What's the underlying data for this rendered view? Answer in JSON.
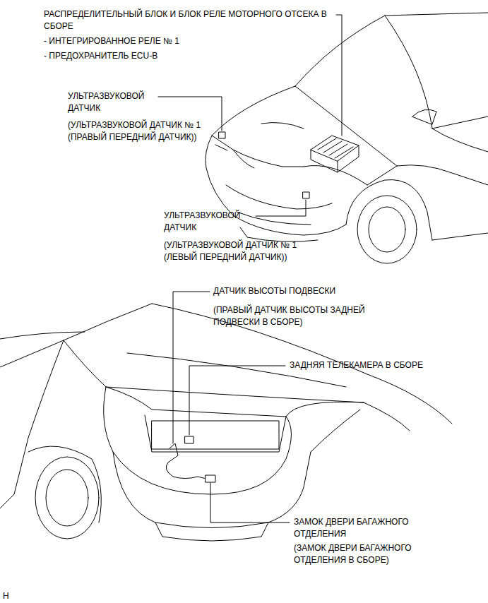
{
  "diagram": {
    "labels": [
      "РАСПРЕДЕЛИТЕЛЬНЫЙ БЛОК И БЛОК РЕЛЕ МОТОРНОГО ОТСЕКА В СБОРЕ",
      "- ИНТЕГРИРОВАННОЕ РЕЛЕ № 1",
      "- ПРЕДОХРАНИТЕЛЬ ECU-B",
      "УЛЬТРАЗВУКОВОЙ ДАТЧИК",
      "(УЛЬТРАЗВУКОВОЙ ДАТЧИК № 1 (ПРАВЫЙ ПЕРЕДНИЙ ДАТЧИК))",
      "УЛЬТРАЗВУКОВОЙ ДАТЧИК",
      "(УЛЬТРАЗВУКОВОЙ ДАТЧИК № 1 (ЛЕВЫЙ ПЕРЕДНИЙ ДАТЧИК))",
      "ДАТЧИК ВЫСОТЫ ПОДВЕСКИ",
      "(ПРАВЫЙ ДАТЧИК ВЫСОТЫ ЗАДНЕЙ ПОДВЕСКИ В СБОРЕ)",
      "ЗАДНЯЯ ТЕЛЕКАМЕРА В СБОРЕ",
      "ЗАМОК ДВЕРИ БАГАЖНОГО ОТДЕЛЕНИЯ",
      "(ЗАМОК ДВЕРИ БАГАЖНОГО ОТДЕЛЕНИЯ В СБОРЕ)",
      "H"
    ]
  }
}
